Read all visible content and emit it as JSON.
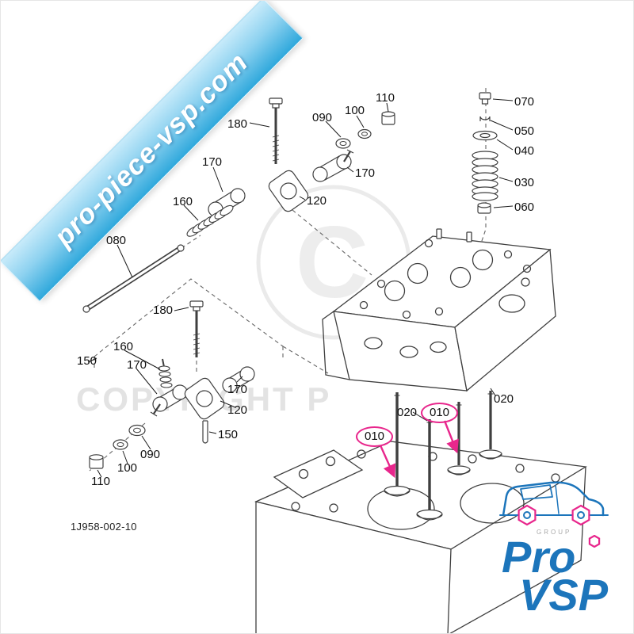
{
  "banner": {
    "text": "pro-piece-vsp.com"
  },
  "watermark": {
    "text": "COPYRIGHT P",
    "symbol": "C"
  },
  "figure": {
    "code": "1J958-002-10"
  },
  "logo": {
    "word1": "Pro",
    "word2": "VSP",
    "sub": "GROUP"
  },
  "colors": {
    "banner_top": "#c8ebfa",
    "banner_bottom": "#2fa8dc",
    "highlight_pink": "#e8268c",
    "logo_blue": "#1c75bb",
    "line_color": "#3f3f3f",
    "watermark_gray": "#e3e3e3"
  },
  "labels": [
    {
      "text": "070",
      "highlighted": false
    },
    {
      "text": "050",
      "highlighted": false
    },
    {
      "text": "040",
      "highlighted": false
    },
    {
      "text": "030",
      "highlighted": false
    },
    {
      "text": "060",
      "highlighted": false
    },
    {
      "text": "090",
      "highlighted": false
    },
    {
      "text": "100",
      "highlighted": false
    },
    {
      "text": "110",
      "highlighted": false
    },
    {
      "text": "180",
      "highlighted": false
    },
    {
      "text": "170",
      "highlighted": false
    },
    {
      "text": "170",
      "highlighted": false
    },
    {
      "text": "120",
      "highlighted": false
    },
    {
      "text": "160",
      "highlighted": false
    },
    {
      "text": "080",
      "highlighted": false
    },
    {
      "text": "180",
      "highlighted": false
    },
    {
      "text": "160",
      "highlighted": false
    },
    {
      "text": "150",
      "highlighted": false
    },
    {
      "text": "170",
      "highlighted": false
    },
    {
      "text": "170",
      "highlighted": false
    },
    {
      "text": "120",
      "highlighted": false
    },
    {
      "text": "150",
      "highlighted": false
    },
    {
      "text": "090",
      "highlighted": false
    },
    {
      "text": "100",
      "highlighted": false
    },
    {
      "text": "110",
      "highlighted": false
    },
    {
      "text": "020",
      "highlighted": false
    },
    {
      "text": "010",
      "highlighted": true
    },
    {
      "text": "020",
      "highlighted": false
    },
    {
      "text": "010",
      "highlighted": true
    }
  ]
}
